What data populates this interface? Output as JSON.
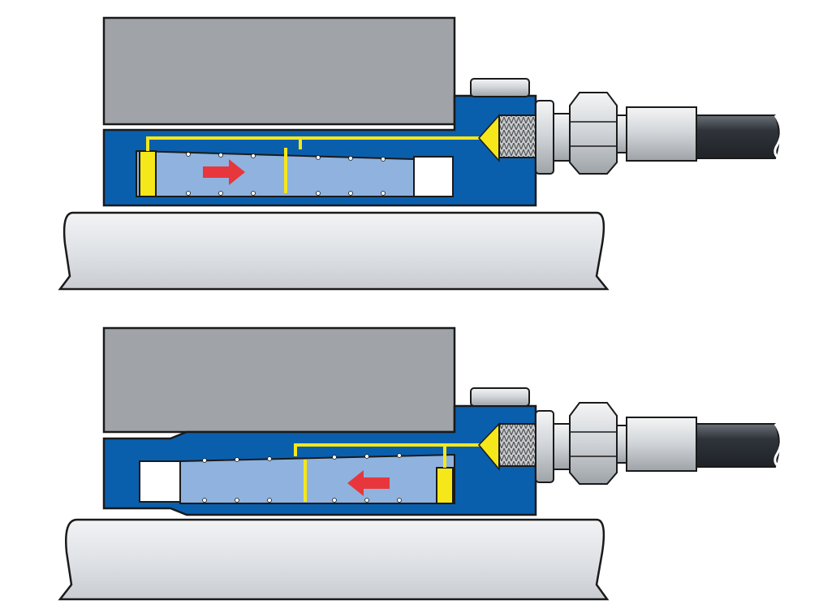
{
  "colors": {
    "background": "#ffffff",
    "hub_gray": "#a0a4a8",
    "shaft_fill": "#dfe2e6",
    "sleeve_blue": "#0a5fad",
    "oil_blue": "#8fb3de",
    "oil_channel_yellow": "#f5e71a",
    "piston_yellow": "#f5e71a",
    "arrow_red": "#e8373c",
    "fitting_light": "#d4d7db",
    "hose_dark": "#3a3f45",
    "outline": "#1a1a1a"
  },
  "panels": [
    {
      "id": "top",
      "arrow_direction": "right",
      "piston_side": "left"
    },
    {
      "id": "bottom",
      "arrow_direction": "left",
      "piston_side": "right"
    }
  ],
  "icons": {
    "arrow": "direction-arrow-icon",
    "fitting": "hex-nut-fitting-icon",
    "hose": "hydraulic-hose-icon"
  }
}
